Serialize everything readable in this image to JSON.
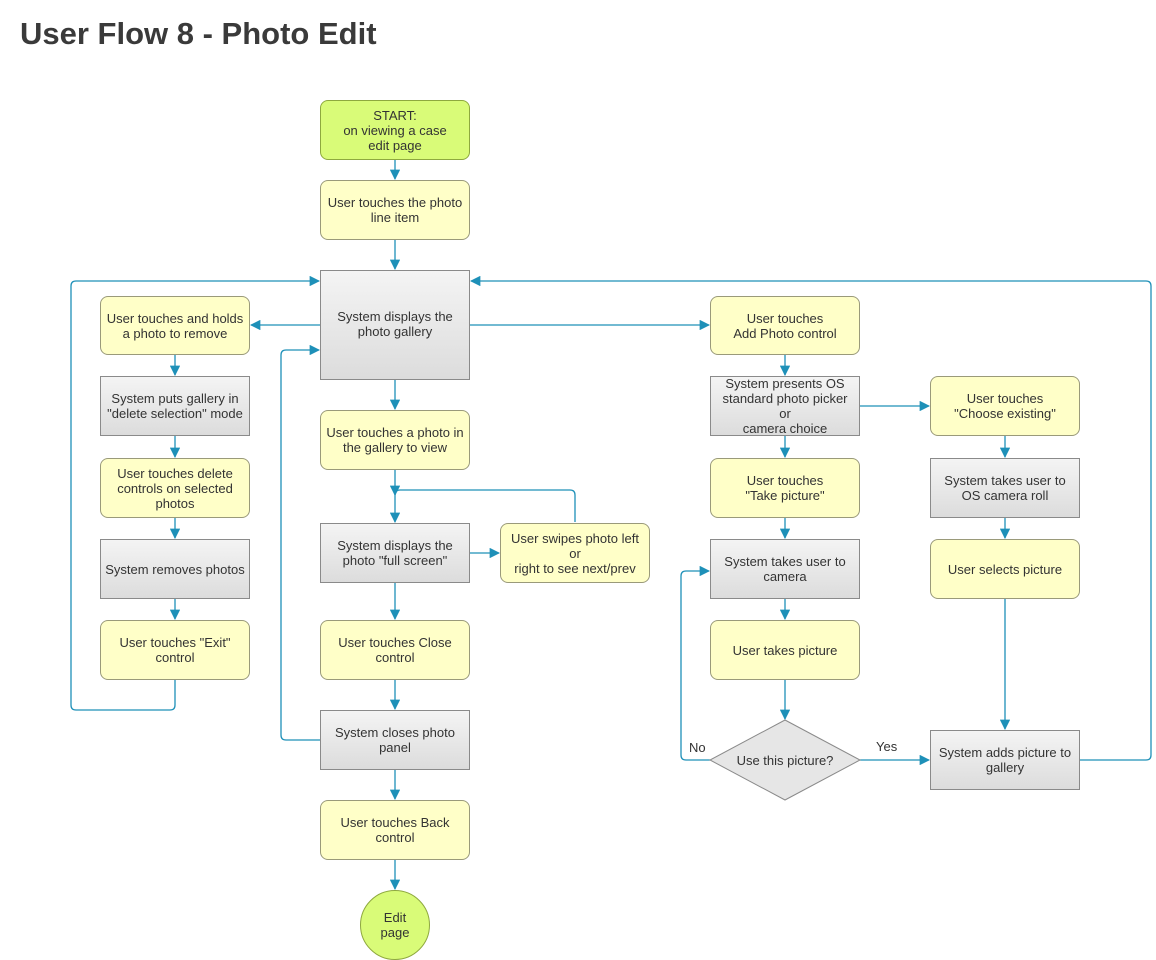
{
  "title": "User Flow 8 - Photo Edit",
  "colors": {
    "connector": "#1e90b8",
    "user_fill": "#ffffc8",
    "system_fill": "#e4e4e4",
    "start_fill": "#d9fb78"
  },
  "nodes": {
    "start": "START:\non viewing a case\nedit page",
    "touch_photo_line": "User touches the photo\nline item",
    "system_gallery": "System displays the\nphoto gallery",
    "touch_hold": "User touches and holds\na photo to remove",
    "delete_mode": "System puts gallery in\n\"delete selection\" mode",
    "touch_delete": "User touches delete\ncontrols on selected\nphotos",
    "system_removes": "System removes photos",
    "touch_exit": "User touches \"Exit\"\ncontrol",
    "touch_photo_view": "User touches a photo in\nthe gallery to view",
    "system_fullscreen": "System displays the\nphoto \"full screen\"",
    "swipe": "User swipes photo left or\nright to see next/prev",
    "touch_close": "User touches Close\ncontrol",
    "closes_panel": "System closes photo\npanel",
    "touch_back": "User touches Back\ncontrol",
    "edit_page": "Edit\npage",
    "touch_add": "User touches\nAdd Photo control",
    "os_picker": "System presents OS\nstandard photo picker or\ncamera choice",
    "choose_existing": "User touches\n\"Choose existing\"",
    "camera_roll": "System takes user to\nOS camera roll",
    "select_picture": "User selects picture",
    "take_picture": "User touches\n\"Take picture\"",
    "to_camera": "System takes user to\ncamera",
    "takes_picture": "User takes picture",
    "use_picture": "Use this picture?",
    "adds_picture": "System adds picture to\ngallery"
  },
  "edge_labels": {
    "no": "No",
    "yes": "Yes"
  }
}
